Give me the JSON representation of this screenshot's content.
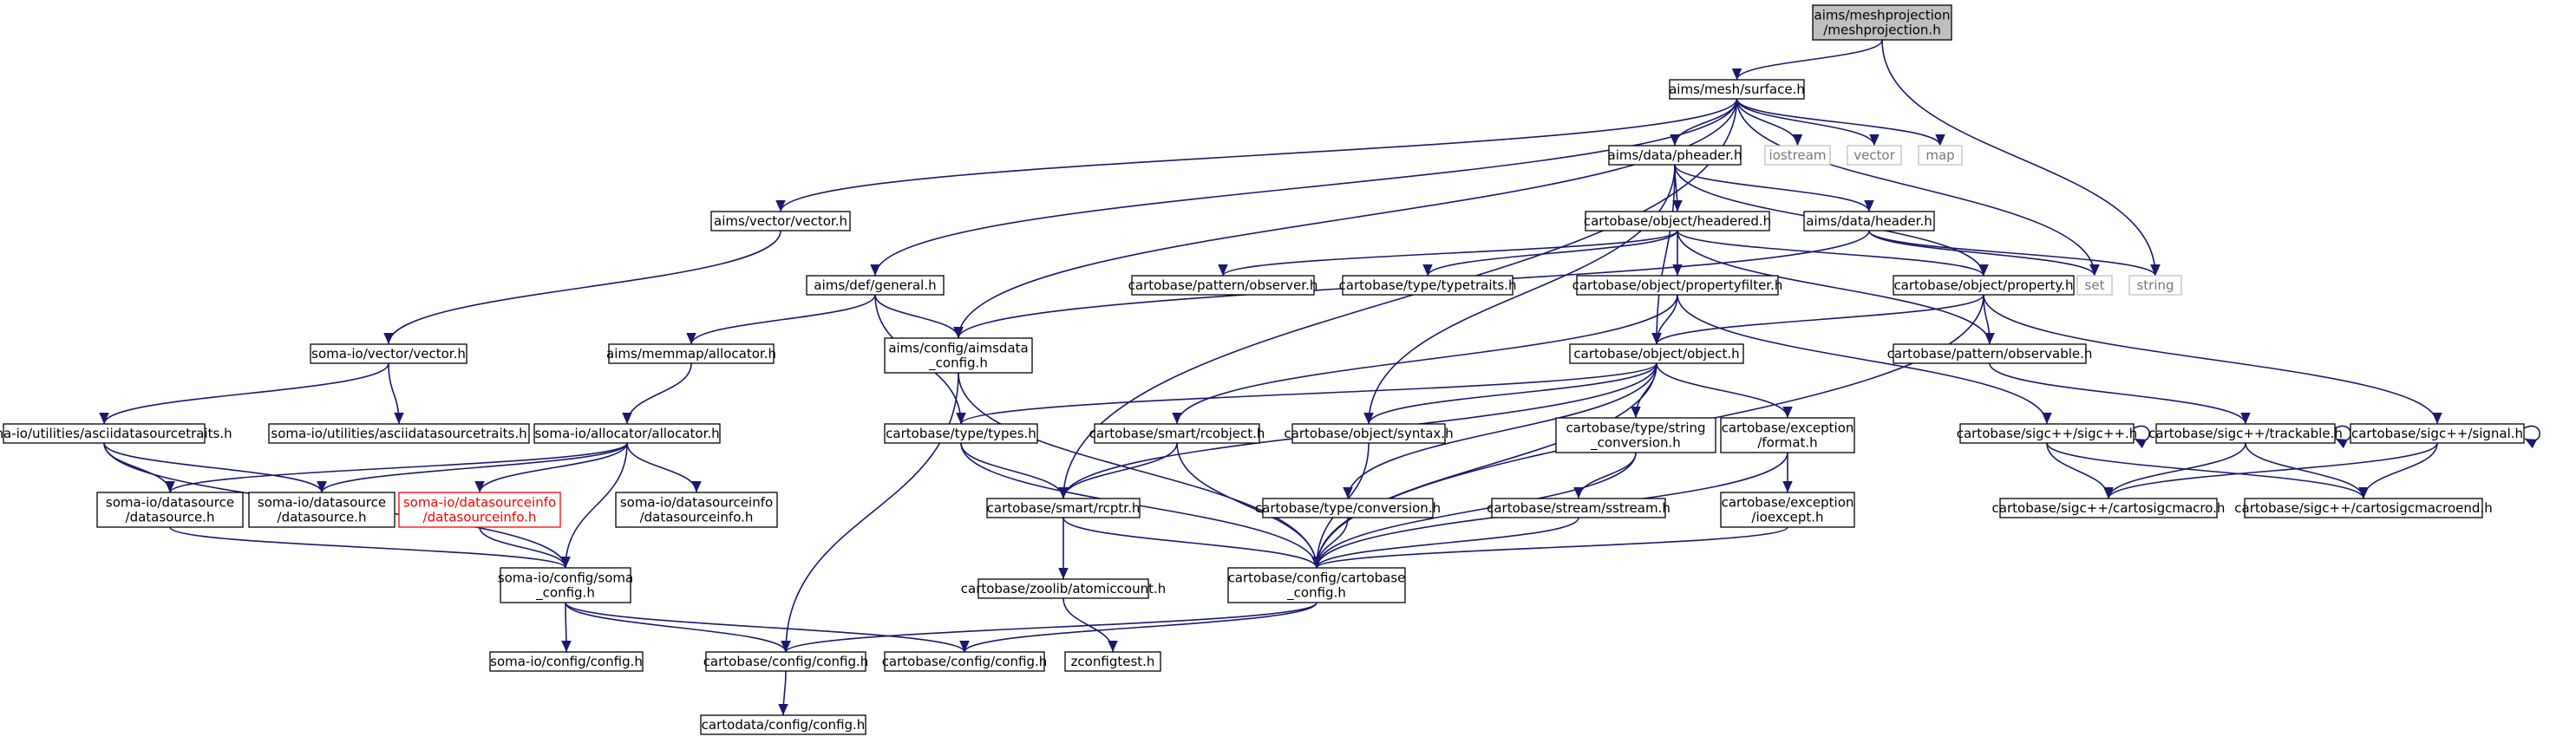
{
  "title": "aims/meshprojection/meshprojection.h",
  "colors": {
    "edge": "#191970",
    "root_fill": "#bfbfbf",
    "external_border": "#bfbfbf",
    "missing_border": "#ff0000"
  },
  "nodes": [
    {
      "id": "root",
      "lines": [
        "aims/meshprojection",
        "/meshprojection.h"
      ],
      "kind": "root"
    },
    {
      "id": "surface",
      "lines": [
        "aims/mesh/surface.h"
      ],
      "kind": "file"
    },
    {
      "id": "pheader",
      "lines": [
        "aims/data/pheader.h"
      ],
      "kind": "file"
    },
    {
      "id": "iostream",
      "lines": [
        "iostream"
      ],
      "kind": "external"
    },
    {
      "id": "vector_std",
      "lines": [
        "vector"
      ],
      "kind": "external"
    },
    {
      "id": "map",
      "lines": [
        "map"
      ],
      "kind": "external"
    },
    {
      "id": "aims_vector",
      "lines": [
        "aims/vector/vector.h"
      ],
      "kind": "file"
    },
    {
      "id": "headered",
      "lines": [
        "cartobase/object/headered.h"
      ],
      "kind": "file"
    },
    {
      "id": "aims_header",
      "lines": [
        "aims/data/header.h"
      ],
      "kind": "file"
    },
    {
      "id": "observer",
      "lines": [
        "cartobase/pattern/observer.h"
      ],
      "kind": "file"
    },
    {
      "id": "typetraits",
      "lines": [
        "cartobase/type/typetraits.h"
      ],
      "kind": "file"
    },
    {
      "id": "set",
      "lines": [
        "set"
      ],
      "kind": "external"
    },
    {
      "id": "string",
      "lines": [
        "string"
      ],
      "kind": "external"
    },
    {
      "id": "general",
      "lines": [
        "aims/def/general.h"
      ],
      "kind": "file"
    },
    {
      "id": "propertyfilter",
      "lines": [
        "cartobase/object/propertyfilter.h"
      ],
      "kind": "file"
    },
    {
      "id": "property",
      "lines": [
        "cartobase/object/property.h"
      ],
      "kind": "file"
    },
    {
      "id": "soma_vector",
      "lines": [
        "soma-io/vector/vector.h"
      ],
      "kind": "file"
    },
    {
      "id": "memmap_alloc",
      "lines": [
        "aims/memmap/allocator.h"
      ],
      "kind": "file"
    },
    {
      "id": "aimsdata_config",
      "lines": [
        "aims/config/aimsdata",
        "_config.h"
      ],
      "kind": "file"
    },
    {
      "id": "object",
      "lines": [
        "cartobase/object/object.h"
      ],
      "kind": "file"
    },
    {
      "id": "observable",
      "lines": [
        "cartobase/pattern/observable.h"
      ],
      "kind": "file"
    },
    {
      "id": "asciids_traits_util",
      "lines": [
        "soma-io/utilities/asciidatasourcetraits.h"
      ],
      "kind": "file"
    },
    {
      "id": "asciids_traits_util2",
      "lines": [
        "soma-io/utilities/asciidatasourcetraits.h"
      ],
      "kind": "file"
    },
    {
      "id": "soma_allocator",
      "lines": [
        "soma-io/allocator/allocator.h"
      ],
      "kind": "file"
    },
    {
      "id": "types",
      "lines": [
        "cartobase/type/types.h"
      ],
      "kind": "file"
    },
    {
      "id": "rcobject",
      "lines": [
        "cartobase/smart/rcobject.h"
      ],
      "kind": "file"
    },
    {
      "id": "syntax",
      "lines": [
        "cartobase/object/syntax.h"
      ],
      "kind": "file"
    },
    {
      "id": "string_conversion",
      "lines": [
        "cartobase/type/string",
        "_conversion.h"
      ],
      "kind": "file"
    },
    {
      "id": "format",
      "lines": [
        "cartobase/exception",
        "/format.h"
      ],
      "kind": "file"
    },
    {
      "id": "sigcpp",
      "lines": [
        "cartobase/sigc++/sigc++.h"
      ],
      "kind": "file"
    },
    {
      "id": "trackable",
      "lines": [
        "cartobase/sigc++/trackable.h"
      ],
      "kind": "file"
    },
    {
      "id": "signal",
      "lines": [
        "cartobase/sigc++/signal.h"
      ],
      "kind": "file"
    },
    {
      "id": "ds_datasource",
      "lines": [
        "soma-io/datasource",
        "/datasource.h"
      ],
      "kind": "file"
    },
    {
      "id": "ds_datasource2",
      "lines": [
        "soma-io/datasource",
        "/datasource.h"
      ],
      "kind": "file"
    },
    {
      "id": "datasourceinfo_red",
      "lines": [
        "soma-io/datasourceinfo",
        "/datasourceinfo.h"
      ],
      "kind": "missing"
    },
    {
      "id": "datasourceinfo",
      "lines": [
        "soma-io/datasourceinfo",
        "/datasourceinfo.h"
      ],
      "kind": "file"
    },
    {
      "id": "rcptr",
      "lines": [
        "cartobase/smart/rcptr.h"
      ],
      "kind": "file"
    },
    {
      "id": "conversion",
      "lines": [
        "cartobase/type/conversion.h"
      ],
      "kind": "file"
    },
    {
      "id": "sstream",
      "lines": [
        "cartobase/stream/sstream.h"
      ],
      "kind": "file"
    },
    {
      "id": "ioexcept",
      "lines": [
        "cartobase/exception",
        "/ioexcept.h"
      ],
      "kind": "file"
    },
    {
      "id": "sigcmacro",
      "lines": [
        "cartobase/sigc++/cartosigcmacro.h"
      ],
      "kind": "file"
    },
    {
      "id": "sigcmacroend",
      "lines": [
        "cartobase/sigc++/cartosigcmacroend.h"
      ],
      "kind": "file"
    },
    {
      "id": "soma_config",
      "lines": [
        "soma-io/config/soma",
        "_config.h"
      ],
      "kind": "file"
    },
    {
      "id": "atomiccount",
      "lines": [
        "cartobase/zoolib/atomiccount.h"
      ],
      "kind": "file"
    },
    {
      "id": "cartobase_config",
      "lines": [
        "cartobase/config/cartobase",
        "_config.h"
      ],
      "kind": "file"
    },
    {
      "id": "soma_config_config",
      "lines": [
        "soma-io/config/config.h"
      ],
      "kind": "file"
    },
    {
      "id": "cb_config1",
      "lines": [
        "cartobase/config/config.h"
      ],
      "kind": "file"
    },
    {
      "id": "cb_config2",
      "lines": [
        "cartobase/config/config.h"
      ],
      "kind": "file"
    },
    {
      "id": "zconfigtest",
      "lines": [
        "zconfigtest.h"
      ],
      "kind": "file"
    },
    {
      "id": "cartodata_config",
      "lines": [
        "cartodata/config/config.h"
      ],
      "kind": "file"
    }
  ],
  "edges": [
    [
      "root",
      "surface"
    ],
    [
      "root",
      "string"
    ],
    [
      "surface",
      "pheader"
    ],
    [
      "surface",
      "iostream"
    ],
    [
      "surface",
      "vector_std"
    ],
    [
      "surface",
      "map"
    ],
    [
      "surface",
      "aims_vector"
    ],
    [
      "surface",
      "general"
    ],
    [
      "surface",
      "aimsdata_config"
    ],
    [
      "surface",
      "rcptr"
    ],
    [
      "surface",
      "set"
    ],
    [
      "pheader",
      "headered"
    ],
    [
      "pheader",
      "aims_header"
    ],
    [
      "pheader",
      "property"
    ],
    [
      "pheader",
      "object"
    ],
    [
      "pheader",
      "syntax"
    ],
    [
      "aims_vector",
      "soma_vector"
    ],
    [
      "headered",
      "observer"
    ],
    [
      "headered",
      "typetraits"
    ],
    [
      "headered",
      "propertyfilter"
    ],
    [
      "headered",
      "property"
    ],
    [
      "headered",
      "observable"
    ],
    [
      "aims_header",
      "set"
    ],
    [
      "aims_header",
      "string"
    ],
    [
      "aims_header",
      "aimsdata_config"
    ],
    [
      "general",
      "aimsdata_config"
    ],
    [
      "general",
      "memmap_alloc"
    ],
    [
      "general",
      "types"
    ],
    [
      "propertyfilter",
      "object"
    ],
    [
      "propertyfilter",
      "rcobject"
    ],
    [
      "propertyfilter",
      "sigcpp"
    ],
    [
      "property",
      "object"
    ],
    [
      "property",
      "observable"
    ],
    [
      "property",
      "signal"
    ],
    [
      "property",
      "cartobase_config"
    ],
    [
      "soma_vector",
      "asciids_traits_util"
    ],
    [
      "soma_vector",
      "asciids_traits_util2"
    ],
    [
      "memmap_alloc",
      "soma_allocator"
    ],
    [
      "aimsdata_config",
      "cb_config1"
    ],
    [
      "aimsdata_config",
      "cartobase_config"
    ],
    [
      "object",
      "types"
    ],
    [
      "object",
      "syntax"
    ],
    [
      "object",
      "string_conversion"
    ],
    [
      "object",
      "format"
    ],
    [
      "object",
      "rcptr"
    ],
    [
      "object",
      "conversion"
    ],
    [
      "object",
      "cartobase_config"
    ],
    [
      "observable",
      "trackable"
    ],
    [
      "asciids_traits_util",
      "ds_datasource"
    ],
    [
      "asciids_traits_util",
      "ds_datasource2"
    ],
    [
      "asciids_traits_util",
      "soma_config"
    ],
    [
      "soma_allocator",
      "ds_datasource"
    ],
    [
      "soma_allocator",
      "ds_datasource2"
    ],
    [
      "soma_allocator",
      "datasourceinfo_red"
    ],
    [
      "soma_allocator",
      "datasourceinfo"
    ],
    [
      "soma_allocator",
      "soma_config"
    ],
    [
      "types",
      "rcptr"
    ],
    [
      "types",
      "cartobase_config"
    ],
    [
      "rcobject",
      "rcptr"
    ],
    [
      "rcobject",
      "cartobase_config"
    ],
    [
      "syntax",
      "cartobase_config"
    ],
    [
      "string_conversion",
      "sstream"
    ],
    [
      "string_conversion",
      "cartobase_config"
    ],
    [
      "format",
      "ioexcept"
    ],
    [
      "format",
      "cartobase_config"
    ],
    [
      "sigcpp",
      "sigcpp"
    ],
    [
      "sigcpp",
      "sigcmacro"
    ],
    [
      "sigcpp",
      "sigcmacroend"
    ],
    [
      "trackable",
      "trackable"
    ],
    [
      "trackable",
      "sigcmacro"
    ],
    [
      "trackable",
      "sigcmacroend"
    ],
    [
      "signal",
      "signal"
    ],
    [
      "signal",
      "sigcmacro"
    ],
    [
      "signal",
      "sigcmacroend"
    ],
    [
      "ds_datasource",
      "soma_config"
    ],
    [
      "datasourceinfo_red",
      "soma_config"
    ],
    [
      "rcptr",
      "atomiccount"
    ],
    [
      "rcptr",
      "cartobase_config"
    ],
    [
      "conversion",
      "cartobase_config"
    ],
    [
      "sstream",
      "cartobase_config"
    ],
    [
      "ioexcept",
      "cartobase_config"
    ],
    [
      "soma_config",
      "soma_config_config"
    ],
    [
      "soma_config",
      "cb_config1"
    ],
    [
      "soma_config",
      "cb_config2"
    ],
    [
      "atomiccount",
      "zconfigtest"
    ],
    [
      "cartobase_config",
      "cb_config1"
    ],
    [
      "cartobase_config",
      "cb_config2"
    ],
    [
      "cb_config1",
      "cartodata_config"
    ]
  ]
}
